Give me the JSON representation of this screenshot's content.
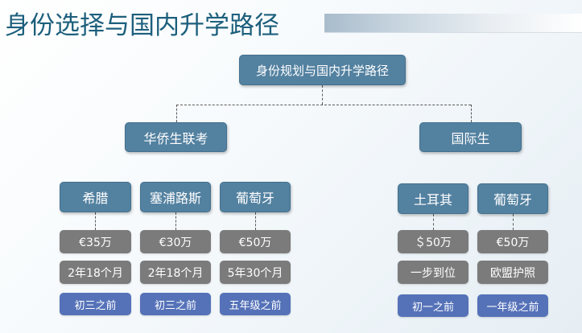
{
  "slide": {
    "title": "身份选择与国内升学路径"
  },
  "diagram": {
    "root": "身份规划与国内升学路径",
    "branches": [
      {
        "label": "华侨生联考",
        "countries": [
          {
            "name": "希腊",
            "cost": "€35万",
            "duration": "2年18个月",
            "deadline": "初三之前"
          },
          {
            "name": "塞浦路斯",
            "cost": "€30万",
            "duration": "2年18个月",
            "deadline": "初三之前"
          },
          {
            "name": "葡萄牙",
            "cost": "€50万",
            "duration": "5年30个月",
            "deadline": "五年级之前"
          }
        ]
      },
      {
        "label": "国际生",
        "countries": [
          {
            "name": "土耳其",
            "cost": "＄50万",
            "duration": "一步到位",
            "deadline": "初一之前"
          },
          {
            "name": "葡萄牙",
            "cost": "€50万",
            "duration": "欧盟护照",
            "deadline": "一年级之前"
          }
        ]
      }
    ]
  },
  "colors": {
    "title": "#1c5f7c",
    "node": "#5381a0",
    "info": "#7b7b7b",
    "deadline": "#5572b8"
  }
}
